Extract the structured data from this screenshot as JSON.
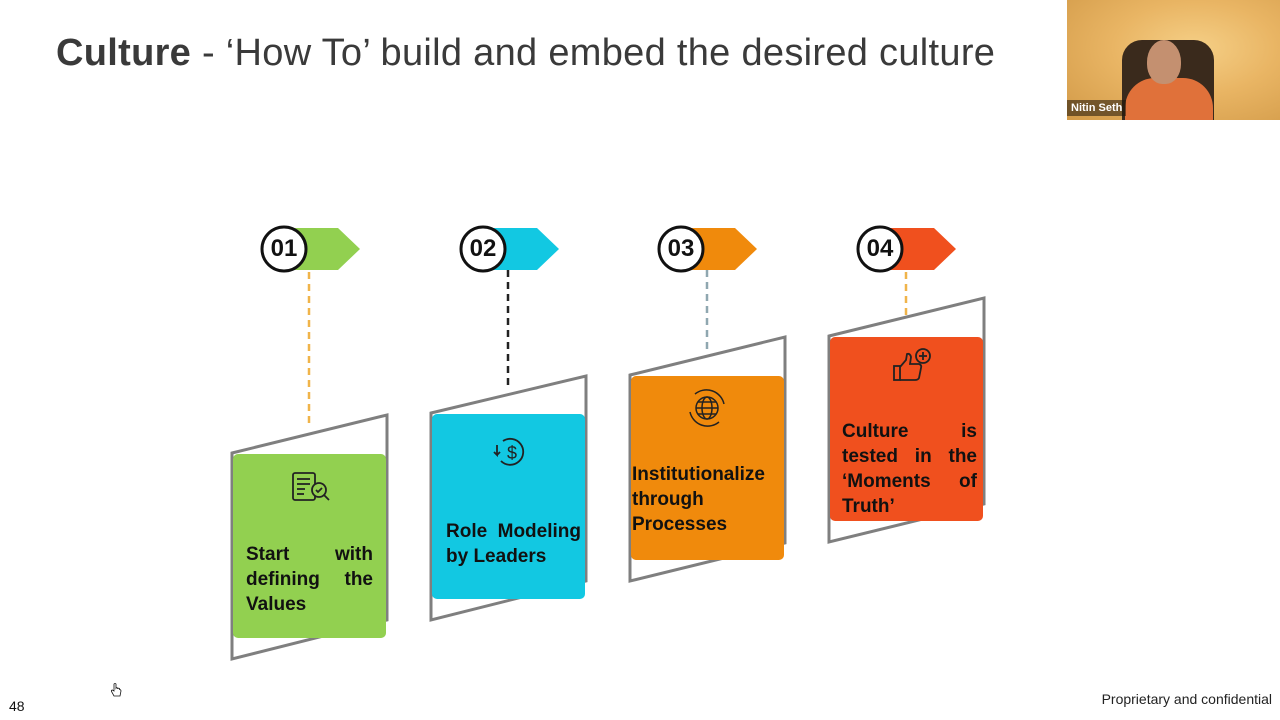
{
  "slide": {
    "title_bold": "Culture",
    "title_rest": " - ‘How To’ build and embed the desired culture",
    "number": "48",
    "footer": "Proprietary and confidential"
  },
  "video": {
    "participant_name": "Nitin Seth"
  },
  "steps": [
    {
      "num": "01",
      "text": "Start with defining the Values",
      "color": "#92d050",
      "connector": "#f0b44a",
      "icon": "checklist-search-icon"
    },
    {
      "num": "02",
      "text": "Role Modeling by Leaders",
      "color": "#12c8e2",
      "connector": "#222222",
      "icon": "dollar-cycle-icon"
    },
    {
      "num": "03",
      "text": "Institutionalize through Processes",
      "color": "#f08a0c",
      "connector": "#8fa7b0",
      "icon": "globe-cycle-icon"
    },
    {
      "num": "04",
      "text": "Culture is tested in the ‘Moments of Truth’",
      "color": "#f0501e",
      "connector": "#f0b44a",
      "icon": "thumbs-up-plus-icon"
    }
  ]
}
